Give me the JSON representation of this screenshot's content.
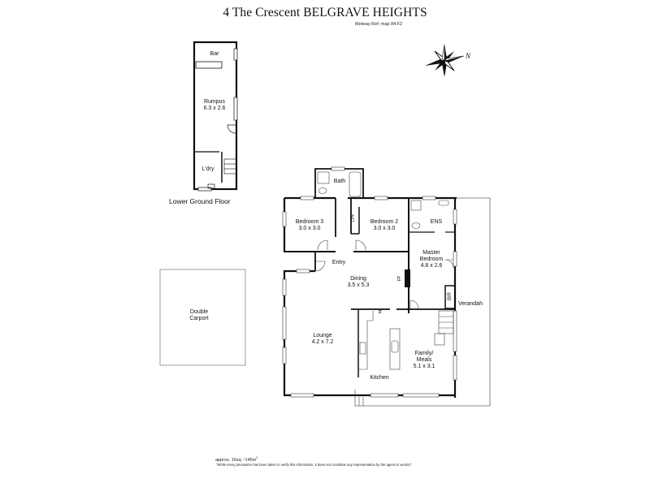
{
  "header": {
    "title": "4 The Crescent BELGRAVE HEIGHTS",
    "melway_ref": "Melway Ref: map 84 F2"
  },
  "compass": {
    "icon": "compass-rose-icon",
    "north_label": "N"
  },
  "lower_ground_floor": {
    "label": "Lower Ground Floor",
    "rooms": [
      {
        "name": "Bar",
        "dimensions": ""
      },
      {
        "name": "Rumpus",
        "dimensions": "6.3 x 2.6"
      },
      {
        "name": "L'dry",
        "dimensions": ""
      }
    ]
  },
  "carport": {
    "name": "Double",
    "name2": "Carport"
  },
  "main_floor": {
    "rooms": {
      "bath": {
        "name": "Bath"
      },
      "bedroom3": {
        "name": "Bedroom 3",
        "dimensions": "3.0 x 3.0"
      },
      "lin": {
        "name": "LIN"
      },
      "bedroom2": {
        "name": "Bedroom 2",
        "dimensions": "3.0 x 3.0"
      },
      "ens": {
        "name": "ENS"
      },
      "master": {
        "name": "Master",
        "name2": "Bedroom",
        "dimensions": "4.8 x 2.6"
      },
      "entry": {
        "name": "Entry"
      },
      "dining": {
        "name": "Dining",
        "dimensions": "3.5 x 5.3"
      },
      "fp": {
        "name": "FP"
      },
      "br": {
        "name": "BIR"
      },
      "verandah": {
        "name": "Verandah"
      },
      "fridge": {
        "name": "F"
      },
      "lounge": {
        "name": "Lounge",
        "dimensions": "4.2 x 7.2"
      },
      "family": {
        "name": "Family/",
        "name2": "Meals",
        "dimensions": "5.1 x 3.1"
      },
      "kitchen": {
        "name": "Kitchen"
      }
    }
  },
  "footer": {
    "area": "approx. 16sq ~145m",
    "area_sup": "2",
    "disclaimer": "\"While every precaution has been taken to verify this information, it does not constitute any representation by the agent or vendor\"."
  },
  "colors": {
    "wall": "#111111",
    "thin_line": "#555555",
    "background": "#ffffff"
  }
}
